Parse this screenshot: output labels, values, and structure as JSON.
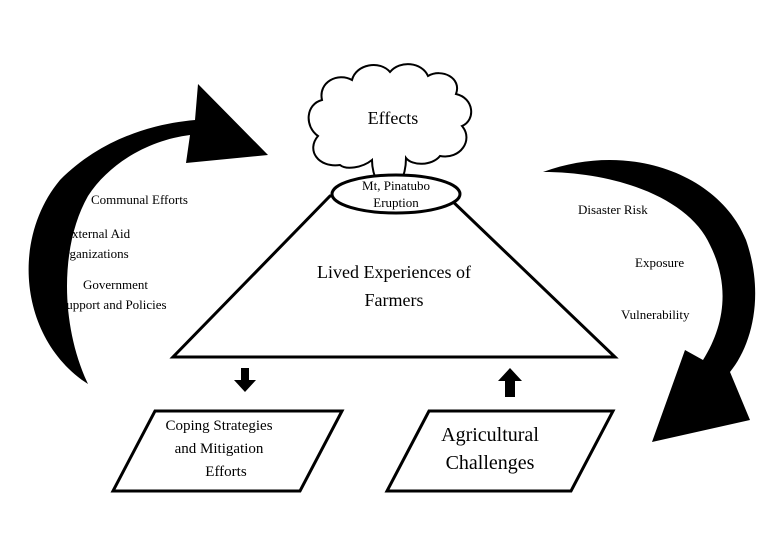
{
  "cloud": {
    "label": "Effects"
  },
  "crater": {
    "line1": "Mt, Pinatubo",
    "line2": "Eruption"
  },
  "triangle": {
    "line1": "Lived Experiences of",
    "line2": "Farmers"
  },
  "left_factors": {
    "item1": "Communal Efforts",
    "item2_line1": "External Aid",
    "item2_line2": "Organizations",
    "item3_line1": "Government",
    "item3_line2": "Support and Policies"
  },
  "right_factors": {
    "item1": "Disaster Risk",
    "item2": "Exposure",
    "item3": "Vulnerability"
  },
  "coping_box": {
    "line1": "Coping Strategies",
    "line2": "and Mitigation",
    "line3": "Efforts"
  },
  "agri_box": {
    "line1": "Agricultural",
    "line2": "Challenges"
  }
}
